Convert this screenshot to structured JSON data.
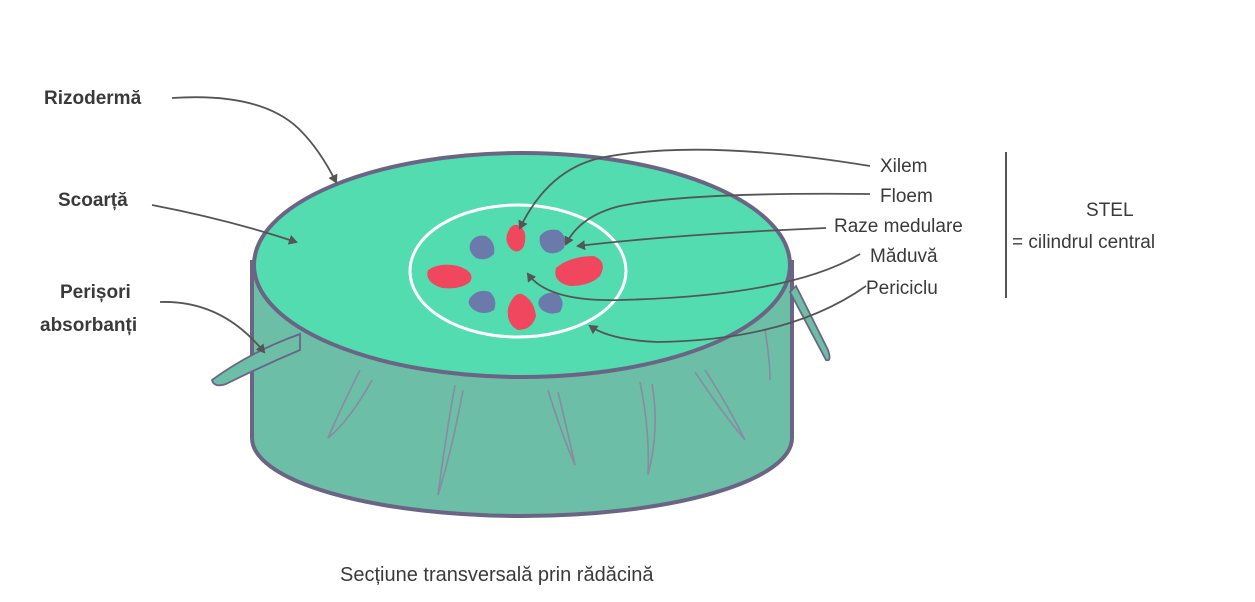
{
  "diagram": {
    "labels": {
      "rizoderma": "Rizodermă",
      "scoarta": "Scoarță",
      "perisori_line1": "Perișori",
      "perisori_line2": "absorbanți",
      "xilem": "Xilem",
      "floem": "Floem",
      "raze_medulare": "Raze medulare",
      "maduva": "Măduvă",
      "periciclu": "Periciclu",
      "stel_title": "STEL",
      "stel_subtitle": "= cilindrul central"
    },
    "caption": "Secțiune transversală prin rădăcină"
  },
  "colors": {
    "cortex_top": "#52dcb0",
    "cortex_side": "#6cbea6",
    "outline": "#6b6585",
    "xylem": "#f0475f",
    "phloem": "#6b7aaa",
    "stele_ring": "#ffffff",
    "arrow": "#555555"
  }
}
